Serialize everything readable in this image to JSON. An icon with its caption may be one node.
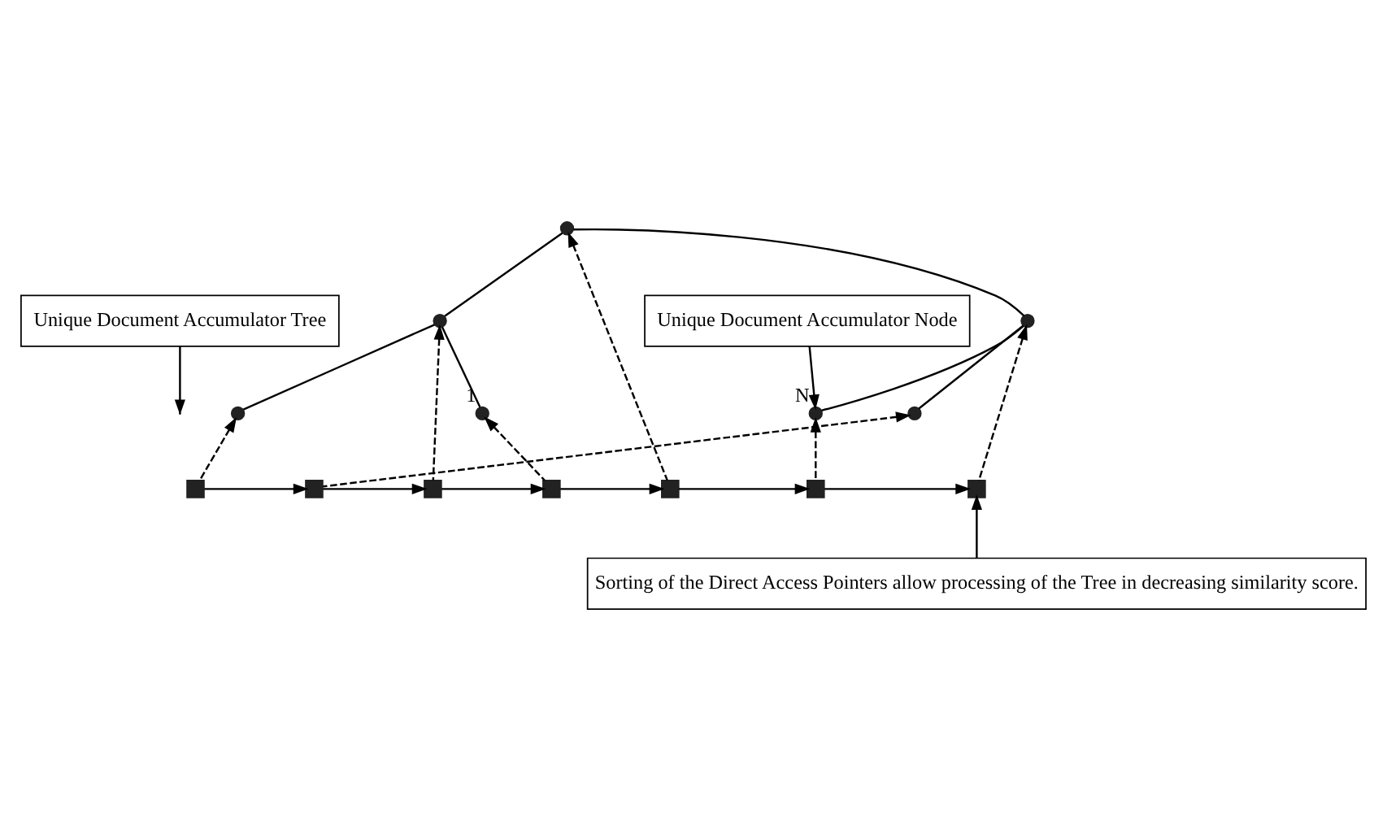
{
  "diagram": {
    "nodes": [
      {
        "text": [
          "Unique Document Accumulator Tree"
        ]
      },
      {
        "text": [
          "Unique Document Accumulator Node"
        ]
      },
      {
        "text": [],
        "shape": "circle"
      },
      {
        "text": [],
        "shape": "circle"
      },
      {
        "text": [],
        "shape": "circle"
      },
      {
        "text": [],
        "shape": "circle",
        "beside": [
          "1"
        ]
      },
      {
        "text": [],
        "shape": "circle"
      },
      {
        "text": [],
        "shape": "circle"
      },
      {
        "text": [],
        "shape": "circle",
        "beside": [
          "N"
        ]
      },
      {
        "text": [],
        "shape": "box"
      },
      {
        "text": [],
        "shape": "box"
      },
      {
        "text": [],
        "shape": "box"
      },
      {
        "text": [],
        "shape": "box"
      },
      {
        "text": [],
        "shape": "box"
      },
      {
        "text": [],
        "shape": "box"
      },
      {
        "text": [],
        "shape": "box"
      },
      {
        "text": [
          "Sorting of the Direct Access Pointers allow processing of the Tree in decreasing similarity score."
        ]
      }
    ],
    "edges": [
      {
        "from": 2,
        "to": 3,
        "arrow": "none"
      },
      {
        "from": 2,
        "to": 4,
        "arrow": "none"
      },
      {
        "from": 3,
        "to": 5,
        "arrow": "none"
      },
      {
        "from": 3,
        "to": 6,
        "arrow": "none"
      },
      {
        "from": 4,
        "to": 7,
        "arrow": "none"
      },
      {
        "from": 4,
        "to": 8,
        "arrow": "none"
      },
      {
        "from": 9,
        "to": 10,
        "arrow": "to"
      },
      {
        "from": 10,
        "to": 11,
        "arrow": "to"
      },
      {
        "from": 11,
        "to": 12,
        "arrow": "to"
      },
      {
        "from": 12,
        "to": 13,
        "arrow": "to"
      },
      {
        "from": 13,
        "to": 14,
        "arrow": "to"
      },
      {
        "from": 14,
        "to": 15,
        "arrow": "to"
      },
      {
        "from": 9,
        "to": 6,
        "arrow": "to",
        "style": "dashed"
      },
      {
        "from": 10,
        "to": 7,
        "arrow": "to",
        "style": "dashed"
      },
      {
        "from": 11,
        "to": 3,
        "arrow": "to",
        "style": "dashed"
      },
      {
        "from": 12,
        "to": 5,
        "arrow": "to",
        "style": "dashed"
      },
      {
        "from": 13,
        "to": 2,
        "arrow": "to",
        "style": "dashed"
      },
      {
        "from": 14,
        "to": 8,
        "arrow": "to",
        "style": "dashed"
      },
      {
        "from": 15,
        "to": 4,
        "arrow": "to",
        "style": "dashed"
      },
      {
        "from": 0,
        "to": null,
        "arrow": "to"
      },
      {
        "from": 1,
        "to": 8,
        "arrow": "to"
      },
      {
        "from": 16,
        "to": 15,
        "arrow": "to"
      }
    ]
  }
}
